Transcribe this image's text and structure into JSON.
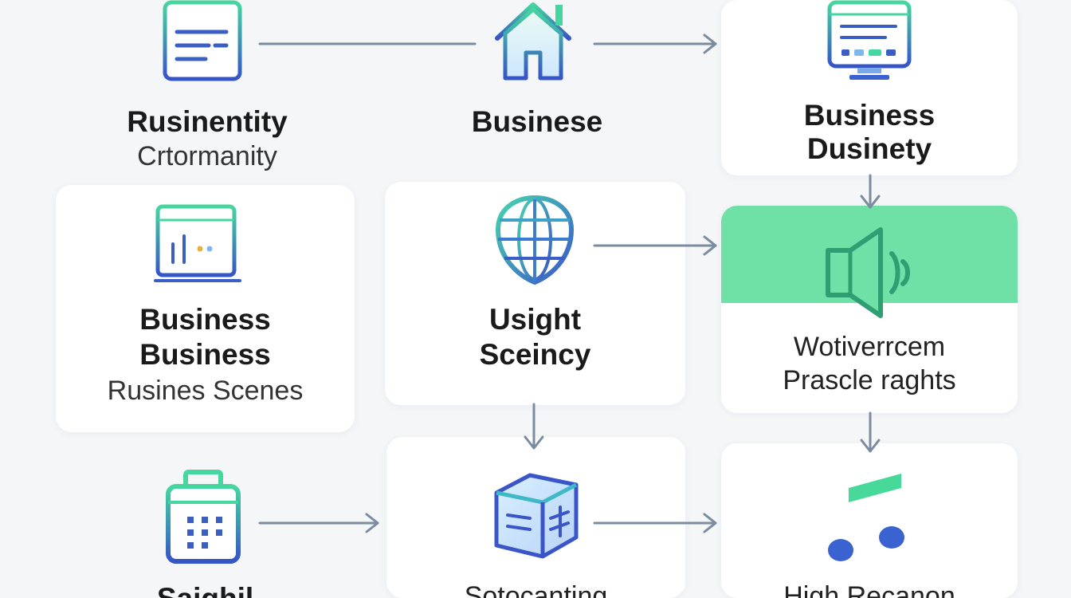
{
  "nodes": {
    "n1": {
      "title": [
        "Rusinentity"
      ],
      "sub": [
        "Crtormanity"
      ],
      "icon": "web-form-icon"
    },
    "n2": {
      "title": [
        "Businese"
      ],
      "sub": [],
      "icon": "home-icon"
    },
    "n3": {
      "title": [
        "Business",
        "Dusinety"
      ],
      "sub": [],
      "icon": "monitor-icon"
    },
    "n4": {
      "title": [
        "Business",
        "Business"
      ],
      "sub": [
        "Rusines Scenes"
      ],
      "icon": "analytics-icon"
    },
    "n5": {
      "title": [
        "Usight",
        "Sceincy"
      ],
      "sub": [],
      "icon": "globe-shield-icon"
    },
    "n6": {
      "title": [],
      "sub": [
        "Wotiverrcem",
        "Prascle raghts"
      ],
      "icon": "speaker-icon",
      "highlight_color": "#6fe0a6"
    },
    "n7": {
      "title": [
        "Saighil"
      ],
      "sub": [],
      "icon": "calendar-icon"
    },
    "n8": {
      "title": [],
      "sub": [
        "Sotocanting"
      ],
      "icon": "cube-icon"
    },
    "n9": {
      "title": [],
      "sub": [
        "High Recanon"
      ],
      "icon": "music-note-icon"
    }
  },
  "colors": {
    "arrow": "#7b8ba0",
    "icon_teal": "#3fd0a0",
    "icon_blue": "#3a5ec4",
    "highlight": "#6fe0a6"
  }
}
